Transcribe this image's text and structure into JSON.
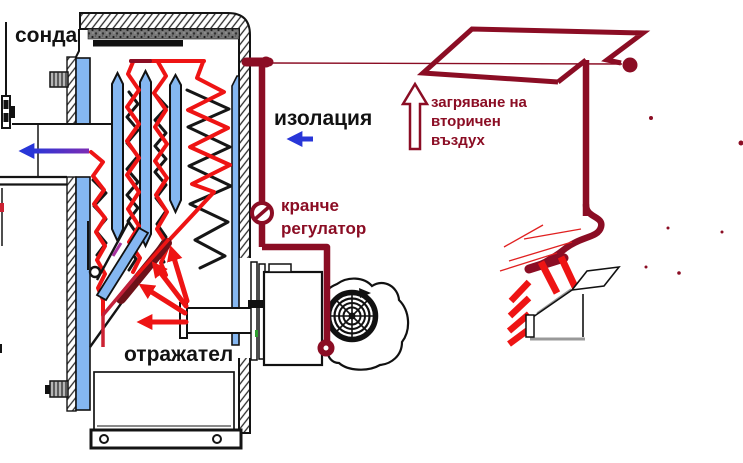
{
  "diagram": {
    "title": "boiler secondary air heating schematic",
    "labels": {
      "probe": "сонда",
      "insulation": "изолация",
      "valve_line1": "кранче",
      "valve_line2": "регулатор",
      "secondary_air_line1": "загряване на",
      "secondary_air_line2": "вторичен",
      "secondary_air_line3": "въздух",
      "reflector": "отражател"
    },
    "colors": {
      "pipe_dark_red": "#8b0d24",
      "flame_red": "#ee1414",
      "arrow_blue": "#2836d8",
      "arrow_purple": "#7c2cb4",
      "water_blue": "#85b7f1",
      "outline_black": "#141414",
      "reflector_maroon": "#6d1119",
      "metal_gray": "#b5b5b5"
    }
  }
}
